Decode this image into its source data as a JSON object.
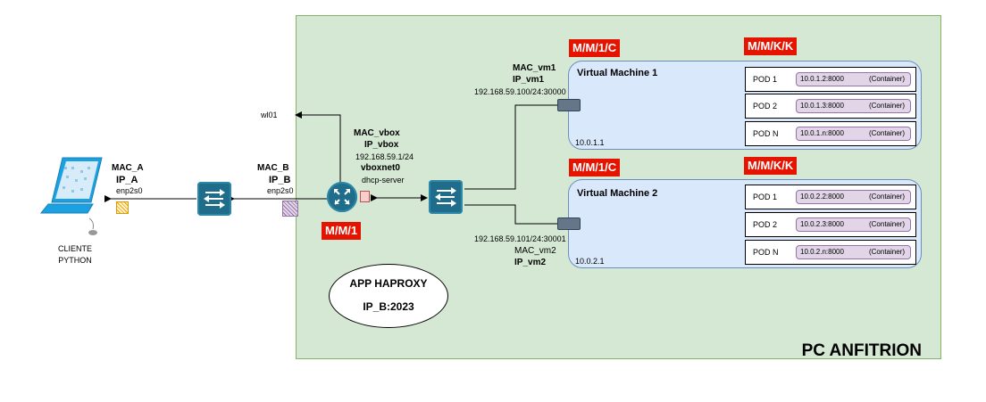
{
  "host": {
    "label": "PC ANFITRION"
  },
  "client": {
    "name_line1": "CLIENTE",
    "name_line2": "PYTHON",
    "mac": "MAC_A",
    "ip": "IP_A",
    "iface": "enp2s0"
  },
  "hostnic": {
    "mac": "MAC_B",
    "ip": "IP_B",
    "iface": "enp2s0"
  },
  "wl": {
    "label": "wl01"
  },
  "router": {
    "mac": "MAC_vbox",
    "ip": "IP_vbox",
    "addr": "192.168.59.1/24",
    "name": "vboxnet0",
    "service": "dhcp-server",
    "queue": "M/M/1"
  },
  "haproxy": {
    "line1": "APP HAPROXY",
    "line2": "IP_B:2023"
  },
  "vm1": {
    "title": "Virtual Machine 1",
    "net": "10.0.1.1",
    "mac": "MAC_vm1",
    "ip": "IP_vm1",
    "addr": "192.168.59.100/24:30000",
    "queue_vm": "M/M/1/C",
    "queue_pods": "M/M/K/K",
    "pods": [
      {
        "name": "POD 1",
        "ip": "10.0.1.2:8000",
        "type": "(Container)"
      },
      {
        "name": "POD 2",
        "ip": "10.0.1.3:8000",
        "type": "(Container)"
      },
      {
        "name": "POD N",
        "ip": "10.0.1.n:8000",
        "type": "(Container)"
      }
    ]
  },
  "vm2": {
    "title": "Virtual Machine 2",
    "net": "10.0.2.1",
    "mac": "MAC_vm2",
    "ip": "IP_vm2",
    "addr": "192.168.59.101/24:30001",
    "queue_vm": "M/M/1/C",
    "queue_pods": "M/M/K/K",
    "pods": [
      {
        "name": "POD 1",
        "ip": "10.0.2.2:8000",
        "type": "(Container)"
      },
      {
        "name": "POD 2",
        "ip": "10.0.2.3:8000",
        "type": "(Container)"
      },
      {
        "name": "POD N",
        "ip": "10.0.2.n:8000",
        "type": "(Container)"
      }
    ]
  }
}
